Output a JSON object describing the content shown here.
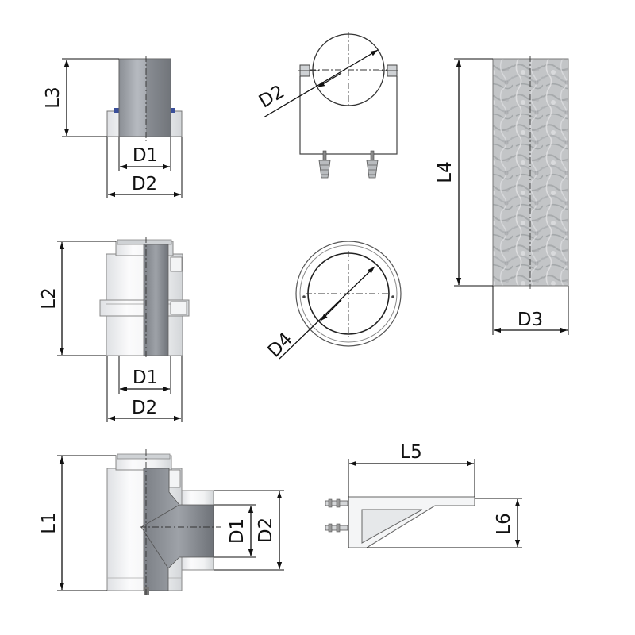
{
  "parts": [
    {
      "name": "pipe-with-socket",
      "labels": [
        "L3",
        "D1",
        "D2"
      ]
    },
    {
      "name": "wall-bracket-clamp",
      "labels": [
        "D2"
      ]
    },
    {
      "name": "insulation-sleeve",
      "labels": [
        "L4",
        "D3"
      ]
    },
    {
      "name": "adapter-fitting",
      "labels": [
        "L2",
        "D1",
        "D2"
      ]
    },
    {
      "name": "ring-clamp",
      "labels": [
        "D4"
      ]
    },
    {
      "name": "tee-fitting",
      "labels": [
        "L1",
        "D1",
        "D2"
      ]
    },
    {
      "name": "support-bracket",
      "labels": [
        "L5",
        "L6"
      ]
    }
  ]
}
